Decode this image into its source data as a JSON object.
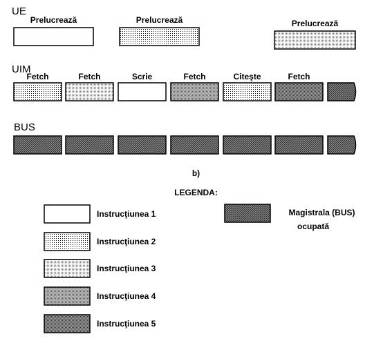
{
  "rows": {
    "ue": {
      "label": "UE",
      "blocks": [
        {
          "label": "Prelucrează",
          "pattern": "i1"
        },
        {
          "label": "Prelucrează",
          "pattern": "i2"
        },
        {
          "label": "Prelucrează",
          "pattern": "i3"
        }
      ]
    },
    "uim": {
      "label": "UIM",
      "blocks": [
        {
          "label": "Fetch",
          "pattern": "i2"
        },
        {
          "label": "Fetch",
          "pattern": "i3"
        },
        {
          "label": "Scrie",
          "pattern": "i1"
        },
        {
          "label": "Fetch",
          "pattern": "i4"
        },
        {
          "label": "Citeşte",
          "pattern": "i2"
        },
        {
          "label": "Fetch",
          "pattern": "i5"
        },
        {
          "label": "",
          "pattern": "bus"
        }
      ]
    },
    "bus": {
      "label": "BUS",
      "blocks": 7,
      "pattern": "bus"
    }
  },
  "caption": "b)",
  "legend": {
    "title": "LEGENDA:",
    "items": [
      {
        "label": "Instrucţiunea 1",
        "pattern": "i1"
      },
      {
        "label": "Instrucţiunea 2",
        "pattern": "i2"
      },
      {
        "label": "Instrucţiunea 3",
        "pattern": "i3"
      },
      {
        "label": "Instrucţiunea 4",
        "pattern": "i4"
      },
      {
        "label": "Instrucţiunea 5",
        "pattern": "i5"
      }
    ],
    "bus_item": {
      "line1": "Magistrala (BUS)",
      "line2": "ocupată",
      "pattern": "bus"
    }
  },
  "colors": {
    "border": "#000000",
    "background": "#ffffff"
  }
}
